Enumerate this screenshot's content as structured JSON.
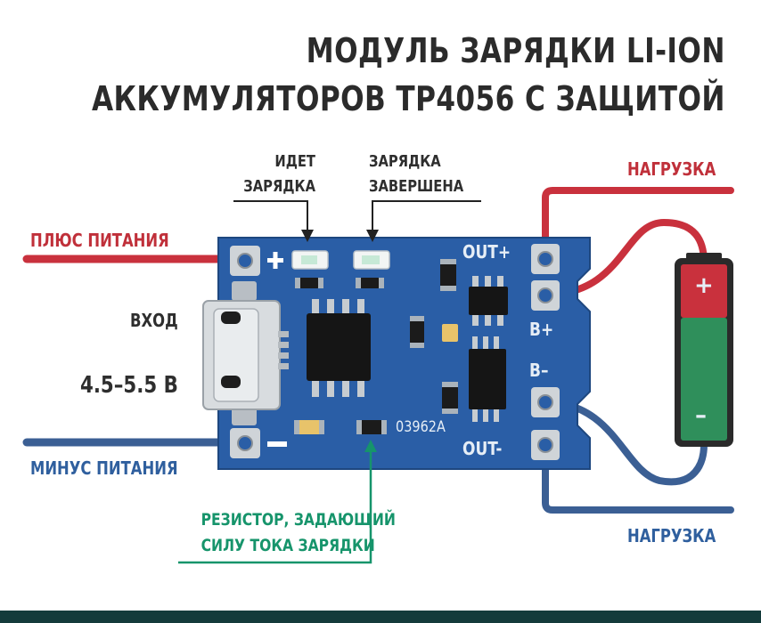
{
  "title": {
    "line1": "МОДУЛЬ ЗАРЯДКИ LI-ION",
    "line2": "АККУМУЛЯТОРОВ TP4056 С ЗАЩИТОЙ"
  },
  "labels": {
    "charging_line1": "ИДЕТ",
    "charging_line2": "ЗАРЯДКА",
    "done_line1": "ЗАРЯДКА",
    "done_line2": "ЗАВЕРШЕНА",
    "plus_power": "ПЛЮС ПИТАНИЯ",
    "minus_power": "МИНУС ПИТАНИЯ",
    "input": "ВХОД",
    "voltage": "4.5–5.5 В",
    "load_top": "НАГРУЗКА",
    "load_bottom": "НАГРУЗКА",
    "resistor_line1": "РЕЗИСТОР, ЗАДАЮЩИЙ",
    "resistor_line2": "СИЛУ ТОКА ЗАРЯДКИ"
  },
  "board": {
    "plus_sign": "+",
    "minus_sign": "–",
    "out_plus": "OUT+",
    "out_minus": "OUT-",
    "b_plus": "B+",
    "b_minus": "B–",
    "marking": "03962A"
  },
  "battery": {
    "plus": "+",
    "minus": "–"
  },
  "colors": {
    "board": "#2a5ea6",
    "red_wire": "#c9313d",
    "blue_wire": "#3b5f94",
    "green_accent": "#16946b",
    "dark_bar": "#143b3b"
  }
}
